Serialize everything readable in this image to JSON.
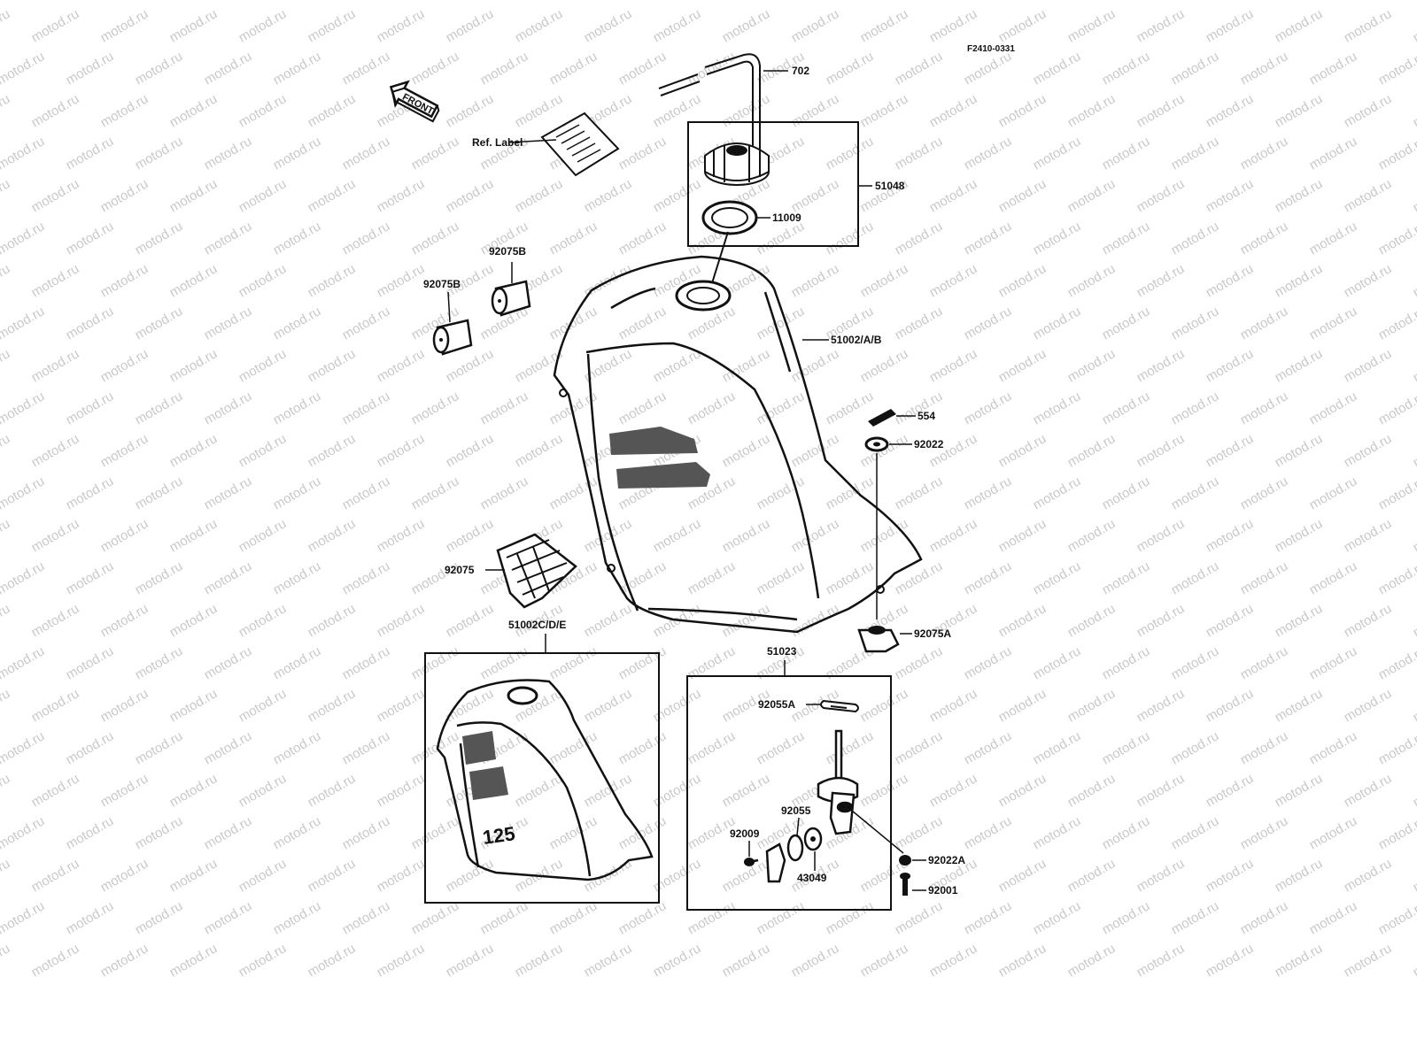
{
  "figure_code": "F2410-0331",
  "front_arrow_text": "FRONT",
  "watermark_text": "motod.ru",
  "tank_badge_text": "125",
  "labels": {
    "hose": "702",
    "ref_label": "Ref. Label",
    "cap_assy": "51048",
    "cap_gasket": "11009",
    "damper_upper": "92075B",
    "damper_lower": "92075B",
    "tank": "51002/A/B",
    "clip": "554",
    "washer": "92022",
    "damper_front": "92075",
    "damper_rear": "92075A",
    "tank_alt": "51002C/D/E",
    "cock_assy": "51023",
    "cock_gasket": "92055A",
    "oring": "92055",
    "screw_small": "92009",
    "strainer": "43049",
    "washer_a": "92022A",
    "bolt": "92001"
  },
  "colors": {
    "ink": "#111111",
    "paper": "#ffffff",
    "watermark": "#c9c9c9"
  }
}
